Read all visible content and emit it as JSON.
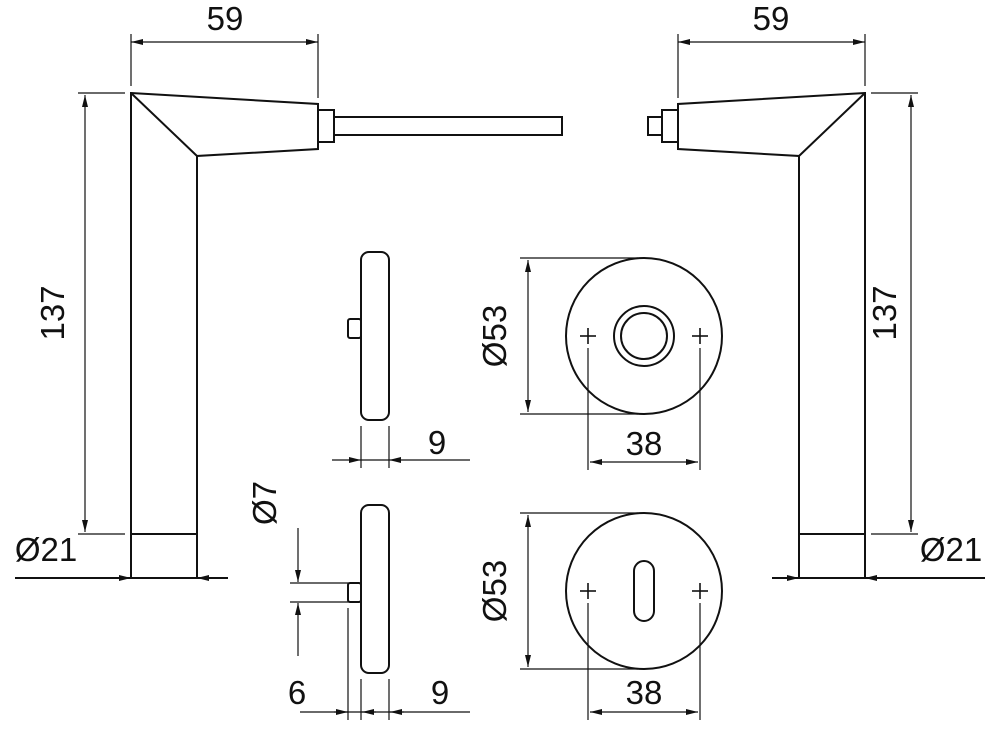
{
  "meta": {
    "drawing_type": "door-handle-set-technical-drawing",
    "background": "#ffffff",
    "line_color": "#111111"
  },
  "views": {
    "left_handle": {
      "label": "left-handle-side-view",
      "dim_width": "59",
      "dim_height": "137",
      "dim_neck": "Ø21"
    },
    "right_handle": {
      "label": "right-handle-side-view",
      "dim_width": "59",
      "dim_height": "137",
      "dim_neck": "Ø21"
    },
    "handle_rose_profile": {
      "label": "handle-rose-profile-view",
      "dim_thickness": "9"
    },
    "key_rose_profile": {
      "label": "key-rose-profile-view",
      "dim_clip": "Ø7",
      "dim_clip_offset": "6",
      "dim_thickness": "9"
    },
    "handle_rose_front": {
      "label": "handle-rose-front-view",
      "dim_diameter": "Ø53",
      "dim_screw_spacing": "38"
    },
    "key_rose_front": {
      "label": "key-rose-front-view",
      "dim_diameter": "Ø53",
      "dim_screw_spacing": "38"
    }
  }
}
